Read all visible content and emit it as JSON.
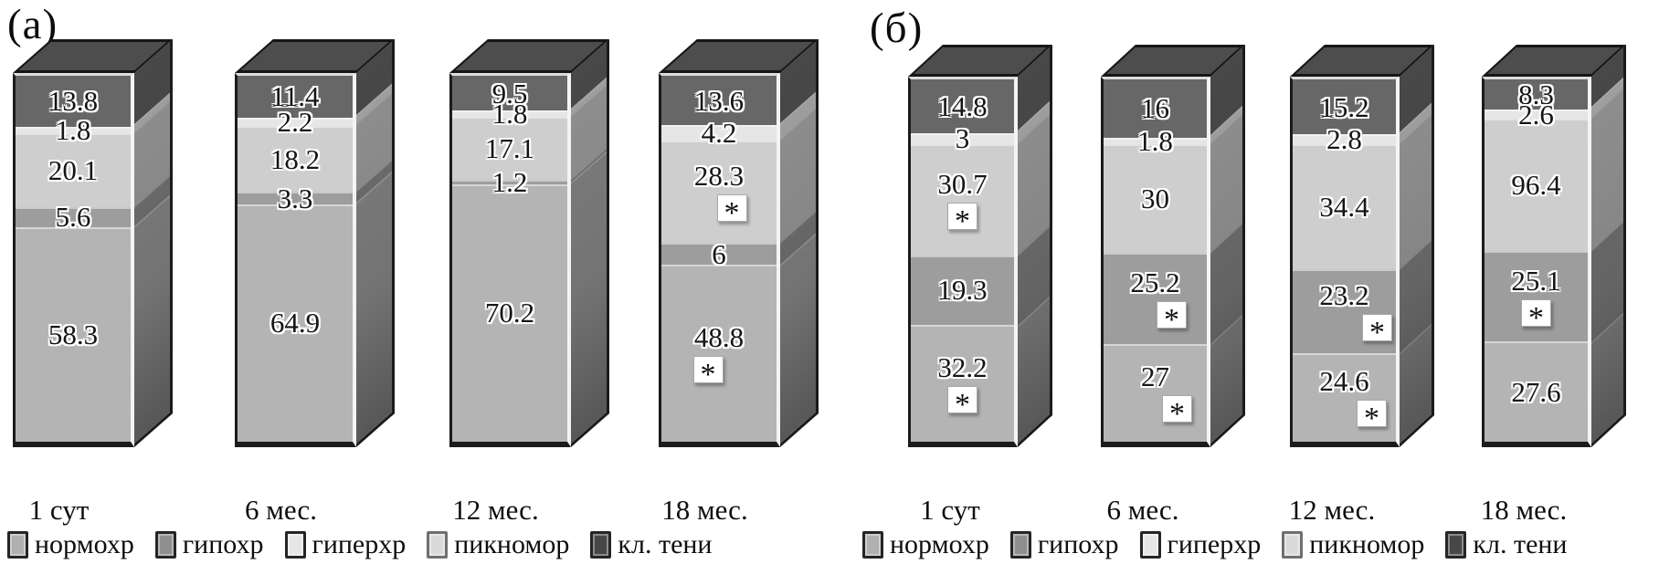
{
  "colors": {
    "normohr": "#b4b4b4",
    "gipohr": "#9d9d9d",
    "giperhr": "#cecece",
    "piknomor": "#e6e6e6",
    "kl_teni": "#676767",
    "top_face": "#4d4d4d",
    "outline": "#1b1b1b",
    "swatch_normohr": "#b0b0b0",
    "swatch_gipohr": "#8f8f8f",
    "swatch_giperhr": "#e6e6e6",
    "swatch_piknomor": "#dadada",
    "swatch_kl_teni": "#474747"
  },
  "chart_data": {
    "type": "bar",
    "stacked": true,
    "orientation": "vertical",
    "unit": "percent",
    "star_symbol": "*",
    "series_top_to_bottom": [
      "кл. тени",
      "пикномор",
      "гиперхр",
      "гипохр",
      "нормохр"
    ],
    "legend_items": [
      {
        "label": "нормохр",
        "type": "normohr"
      },
      {
        "label": "гипохр",
        "type": "gipohr"
      },
      {
        "label": "гиперхр",
        "type": "giperhr"
      },
      {
        "label": "пикномор",
        "type": "piknomor"
      },
      {
        "label": "кл. тени",
        "type": "kl_teni"
      }
    ],
    "panels": [
      {
        "panel_label": "(а)",
        "categories": [
          "1 сут",
          "6 мес.",
          "12 мес.",
          "18 мес."
        ],
        "bars": [
          {
            "category": "1 сут",
            "segments": [
              {
                "series": "kl_teni",
                "text": "13.8",
                "value": 13.8,
                "star": false
              },
              {
                "series": "piknomor",
                "text": "1.8",
                "value": 1.8,
                "star": false
              },
              {
                "series": "giperhr",
                "text": "20.1",
                "value": 20.1,
                "star": false
              },
              {
                "series": "gipohr",
                "text": "5.6",
                "value": 5.6,
                "star": false
              },
              {
                "series": "normohr",
                "text": "58.3",
                "value": 58.3,
                "star": false
              }
            ]
          },
          {
            "category": "6 мес.",
            "segments": [
              {
                "series": "kl_teni",
                "text": "11.4",
                "value": 11.4,
                "star": false
              },
              {
                "series": "piknomor",
                "text": "2.2",
                "value": 2.2,
                "star": false
              },
              {
                "series": "giperhr",
                "text": "18.2",
                "value": 18.2,
                "star": false
              },
              {
                "series": "gipohr",
                "text": "3.3",
                "value": 3.3,
                "star": false
              },
              {
                "series": "normohr",
                "text": "64.9",
                "value": 64.9,
                "star": false
              }
            ]
          },
          {
            "category": "12 мес.",
            "segments": [
              {
                "series": "kl_teni",
                "text": "9.5",
                "value": 9.5,
                "star": false
              },
              {
                "series": "piknomor",
                "text": "1.8",
                "value": 1.8,
                "star": false
              },
              {
                "series": "giperhr",
                "text": "17.1",
                "value": 17.1,
                "star": false
              },
              {
                "series": "gipohr",
                "text": "1.2",
                "value": 1.2,
                "star": false
              },
              {
                "series": "normohr",
                "text": "70.2",
                "value": 70.2,
                "star": false
              }
            ]
          },
          {
            "category": "18 мес.",
            "segments": [
              {
                "series": "kl_teni",
                "text": "13.6",
                "value": 13.6,
                "star": false
              },
              {
                "series": "piknomor",
                "text": "4.2",
                "value": 4.2,
                "star": false
              },
              {
                "series": "giperhr",
                "text": "28.3",
                "value": 28.3,
                "star": true,
                "star_dx": 14
              },
              {
                "series": "gipohr",
                "text": "6",
                "value": 6,
                "star": false
              },
              {
                "series": "normohr",
                "text": "48.8",
                "value": 48.8,
                "star": true,
                "star_dx": -12
              }
            ]
          }
        ]
      },
      {
        "panel_label": "(б)",
        "categories": [
          "1 сут",
          "6 мес.",
          "12 мес.",
          "18 мес."
        ],
        "bars": [
          {
            "category": "1 сут",
            "segments": [
              {
                "series": "kl_teni",
                "text": "14.8",
                "value": 14.8,
                "star": false
              },
              {
                "series": "piknomor",
                "text": "3",
                "value": 3,
                "star": false
              },
              {
                "series": "giperhr",
                "text": "30.7",
                "value": 30.7,
                "star": true,
                "star_dx": 0
              },
              {
                "series": "gipohr",
                "text": "19.3",
                "value": 19.3,
                "star": false
              },
              {
                "series": "normohr",
                "text": "32.2",
                "value": 32.2,
                "star": true,
                "star_dx": 0
              }
            ]
          },
          {
            "category": "6 мес.",
            "segments": [
              {
                "series": "kl_teni",
                "text": "16",
                "value": 16,
                "star": false
              },
              {
                "series": "piknomor",
                "text": "1.8",
                "value": 1.8,
                "star": false
              },
              {
                "series": "giperhr",
                "text": "30",
                "value": 30,
                "star": false
              },
              {
                "series": "gipohr",
                "text": "25.2",
                "value": 25.2,
                "star": true,
                "star_dx": 18
              },
              {
                "series": "normohr",
                "text": "27",
                "value": 27,
                "star": true,
                "star_dx": 24
              }
            ]
          },
          {
            "category": "12 мес.",
            "segments": [
              {
                "series": "kl_teni",
                "text": "15.2",
                "value": 15.2,
                "star": false
              },
              {
                "series": "piknomor",
                "text": "2.8",
                "value": 2.8,
                "star": false
              },
              {
                "series": "giperhr",
                "text": "34.4",
                "value": 34.4,
                "star": false
              },
              {
                "series": "gipohr",
                "text": "23.2",
                "value": 23.2,
                "star": true,
                "star_dx": 36
              },
              {
                "series": "normohr",
                "text": "24.6",
                "value": 24.6,
                "star": true,
                "star_dx": 30
              }
            ]
          },
          {
            "category": "18 мес.",
            "segments": [
              {
                "series": "kl_teni",
                "text": "8.3",
                "value": 8.3,
                "star": false
              },
              {
                "series": "piknomor",
                "text": "2.6",
                "value": 2.6,
                "star": false
              },
              {
                "series": "giperhr",
                "text": "96.4",
                "value": 36.4,
                "star": false
              },
              {
                "series": "gipohr",
                "text": "25.1",
                "value": 25.1,
                "star": true,
                "star_dx": 0
              },
              {
                "series": "normohr",
                "text": "27.6",
                "value": 27.6,
                "star": false
              }
            ]
          }
        ]
      }
    ]
  }
}
